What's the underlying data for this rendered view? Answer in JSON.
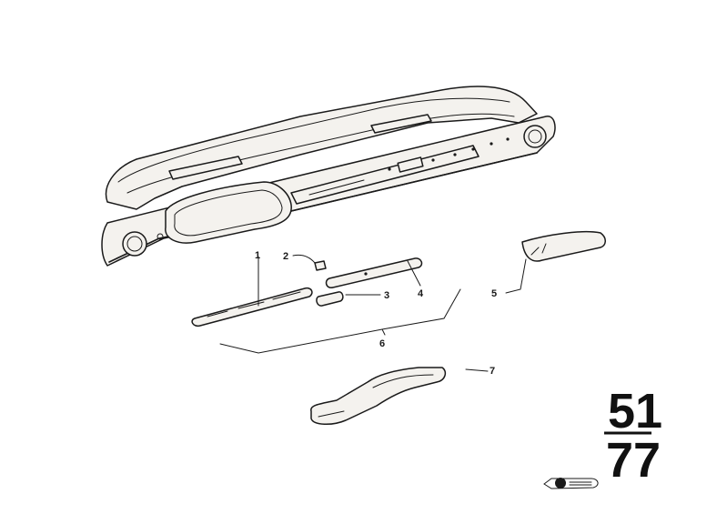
{
  "callouts": {
    "c1": "1",
    "c2": "2",
    "c3": "3",
    "c4": "4",
    "c5": "5",
    "c6": "6",
    "c7": "7"
  },
  "group_code": {
    "top": "51",
    "bottom": "77"
  },
  "ink_color": "#1a1a1a"
}
